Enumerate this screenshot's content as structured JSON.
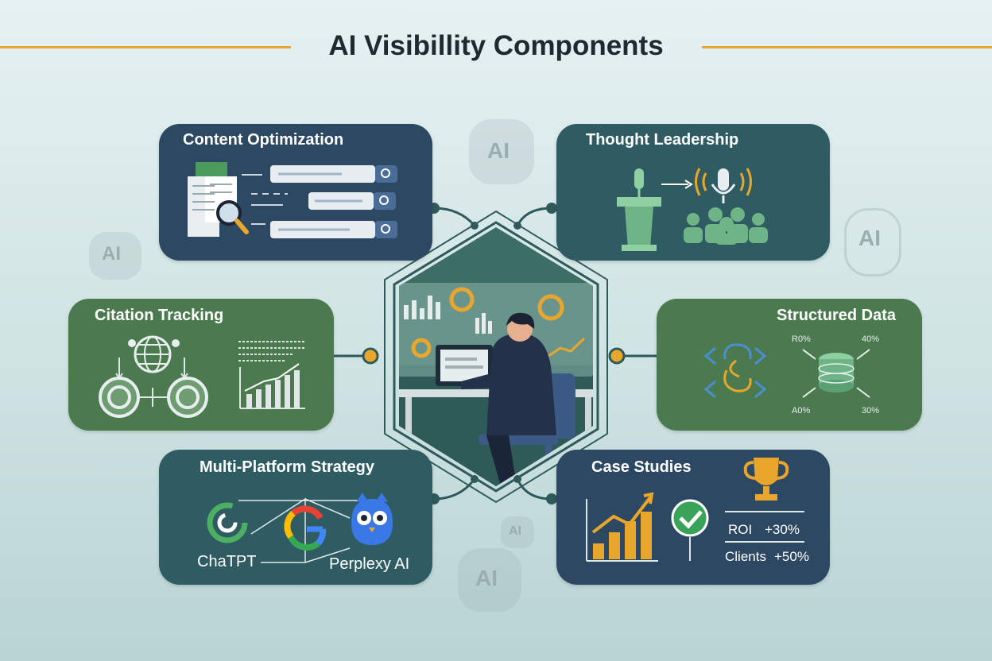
{
  "title": "AI Visibillity Components",
  "cards": {
    "content": {
      "title": "Content Optimization"
    },
    "thought": {
      "title": "Thought Leadership"
    },
    "citation": {
      "title": "Citation Tracking"
    },
    "structured": {
      "title": "Structured Data",
      "stats": [
        "R0%",
        "40%",
        "A0%",
        "30%"
      ]
    },
    "multi": {
      "title": "Multi-Platform Strategy",
      "chat_label": "ChaTPT",
      "perplexity_label": "Perplexy AI"
    },
    "case": {
      "title": "Case Studies",
      "roi_label": "ROI",
      "roi_value": "+30%",
      "clients_label": "Clients",
      "clients_value": "+50%"
    }
  },
  "ghost_badge": "AI",
  "colors": {
    "accent": "#e8a72c",
    "navy": "#2d4862",
    "teal": "#2f5c63",
    "green": "#4b7a4f",
    "connector": "#2f5a5c"
  }
}
